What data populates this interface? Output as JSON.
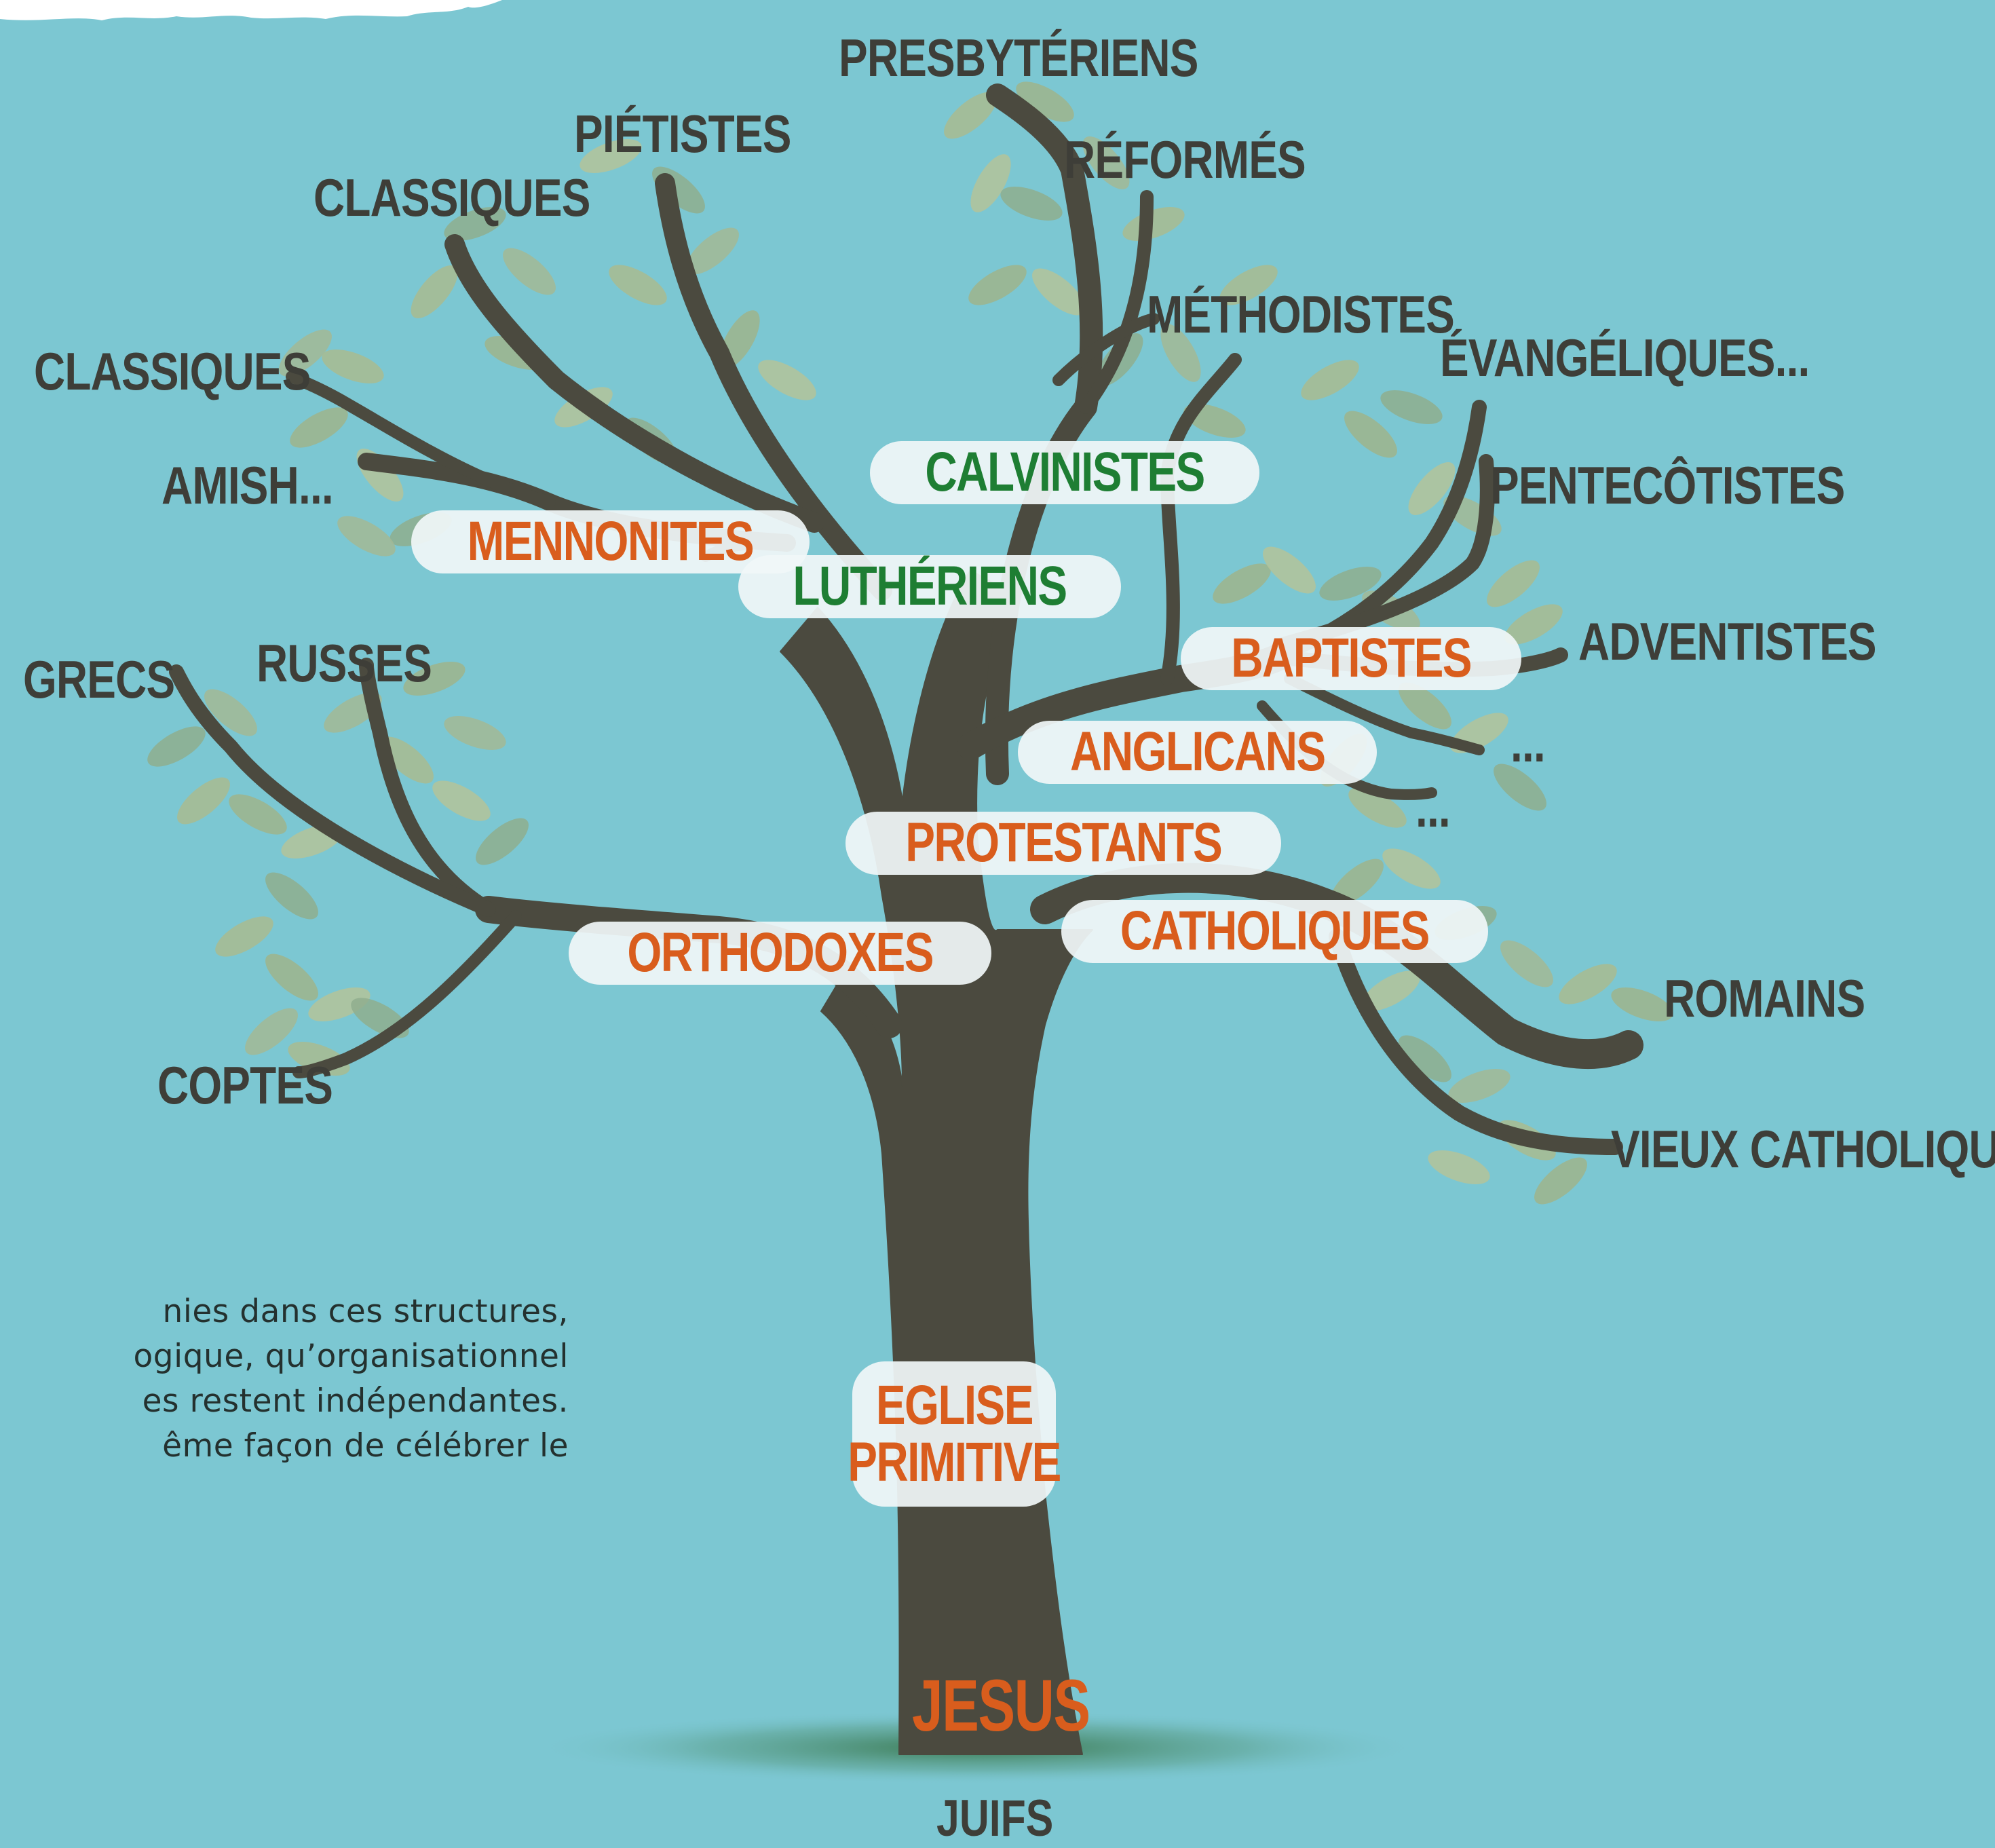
{
  "colors": {
    "background": "#7cc7d2",
    "trunk": "#4b4a3f",
    "leaf": "#a9bb90",
    "orange_text": "#d95d1d",
    "green_text": "#1e7e33",
    "leaf_label": "#3e3e38"
  },
  "labels": {
    "presbyteriens": "PRESBYTÉRIENS",
    "pietistes": "PIÉTISTES",
    "reformes": "RÉFORMÉS",
    "classiques_upper": "CLASSIQUES",
    "methodistes": "MÉTHODISTES",
    "evangeliques": "ÉVANGÉLIQUES...",
    "classiques_lower": "CLASSIQUES",
    "pentecotistes": "PENTECÔTISTES",
    "amish": "AMISH...",
    "adventistes": "ADVENTISTES",
    "grecs": "GRECS",
    "russes": "RUSSES",
    "ellipsis_1": "...",
    "ellipsis_2": "...",
    "romains": "ROMAINS",
    "coptes": "COPTES",
    "vieux_catholiques": "VIEUX CATHOLIQUES",
    "juifs": "JUIFS"
  },
  "pills": {
    "calvinistes": "CALVINISTES",
    "mennonites": "MENNONITES",
    "lutheriens": "LUTHÉRIENS",
    "baptistes": "BAPTISTES",
    "anglicans": "ANGLICANS",
    "protestants": "PROTESTANTS",
    "catholiques": "CATHOLIQUES",
    "orthodoxes": "ORTHODOXES",
    "eglise": "EGLISE",
    "primitive": "PRIMITIVE"
  },
  "root": "JESUS",
  "paragraph": [
    "nies dans ces structures,",
    "ogique, qu’organisationnel",
    "es restent indépendantes.",
    "ême façon de célébrer le"
  ]
}
